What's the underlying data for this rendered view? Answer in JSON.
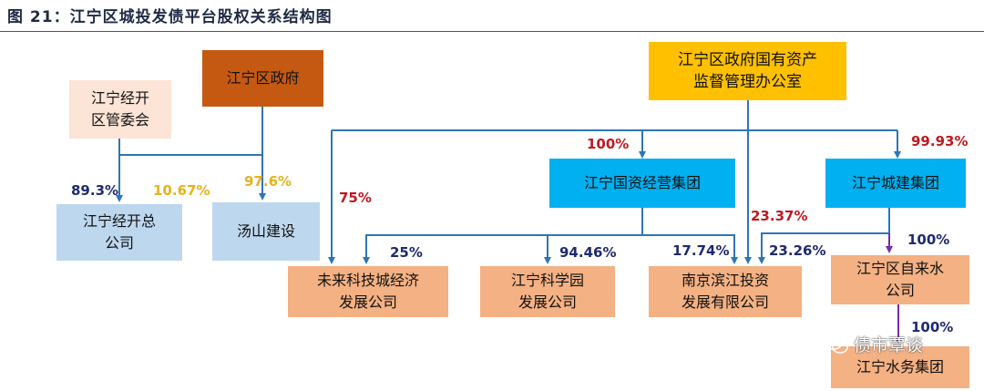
{
  "title": "图 21：江宁区城投发债平台股权关系结构图",
  "colors": {
    "peach": "#fce4d6",
    "brown": "#c65911",
    "gold": "#ffc000",
    "cyan": "#00b0f0",
    "light_blue": "#bdd7ee",
    "orange": "#f4b183",
    "line_blue": "#2e75b6",
    "line_purple": "#7030a0"
  },
  "nodes": {
    "jingkai_committee": "江宁经开\n区管委会",
    "district_gov": "江宁区政府",
    "sasac": "江宁区政府国有资产\n监督管理办公室",
    "guozi_group": "江宁国资经营集团",
    "chengjian_group": "江宁城建集团",
    "jingkai_company": "江宁经开总\n公司",
    "tangshan": "汤山建设",
    "weilai": "未来科技城经济\n发展公司",
    "kexueyuan": "江宁科学园\n发展公司",
    "binjiang": "南京滨江投资\n发展有限公司",
    "water_supply": "江宁区自来水\n公司",
    "water_group": "江宁水务集团"
  },
  "edges": {
    "committee_to_jingkai": "89.3%",
    "gov_to_jingkai": "10.67%",
    "gov_to_tangshan": "97.6%",
    "sasac_to_guozi": "100%",
    "sasac_to_chengjian": "99.93%",
    "sasac_to_weilai": "75%",
    "sasac_to_binjiang": "23.37%",
    "guozi_to_weilai": "25%",
    "guozi_to_kexueyuan": "94.46%",
    "guozi_to_binjiang": "17.74%",
    "chengjian_to_binjiang": "23.26%",
    "chengjian_to_water": "100%",
    "water_to_watergroup": "100%"
  },
  "watermark": "债市覃谈",
  "watermark_icon": "wechat-icon"
}
